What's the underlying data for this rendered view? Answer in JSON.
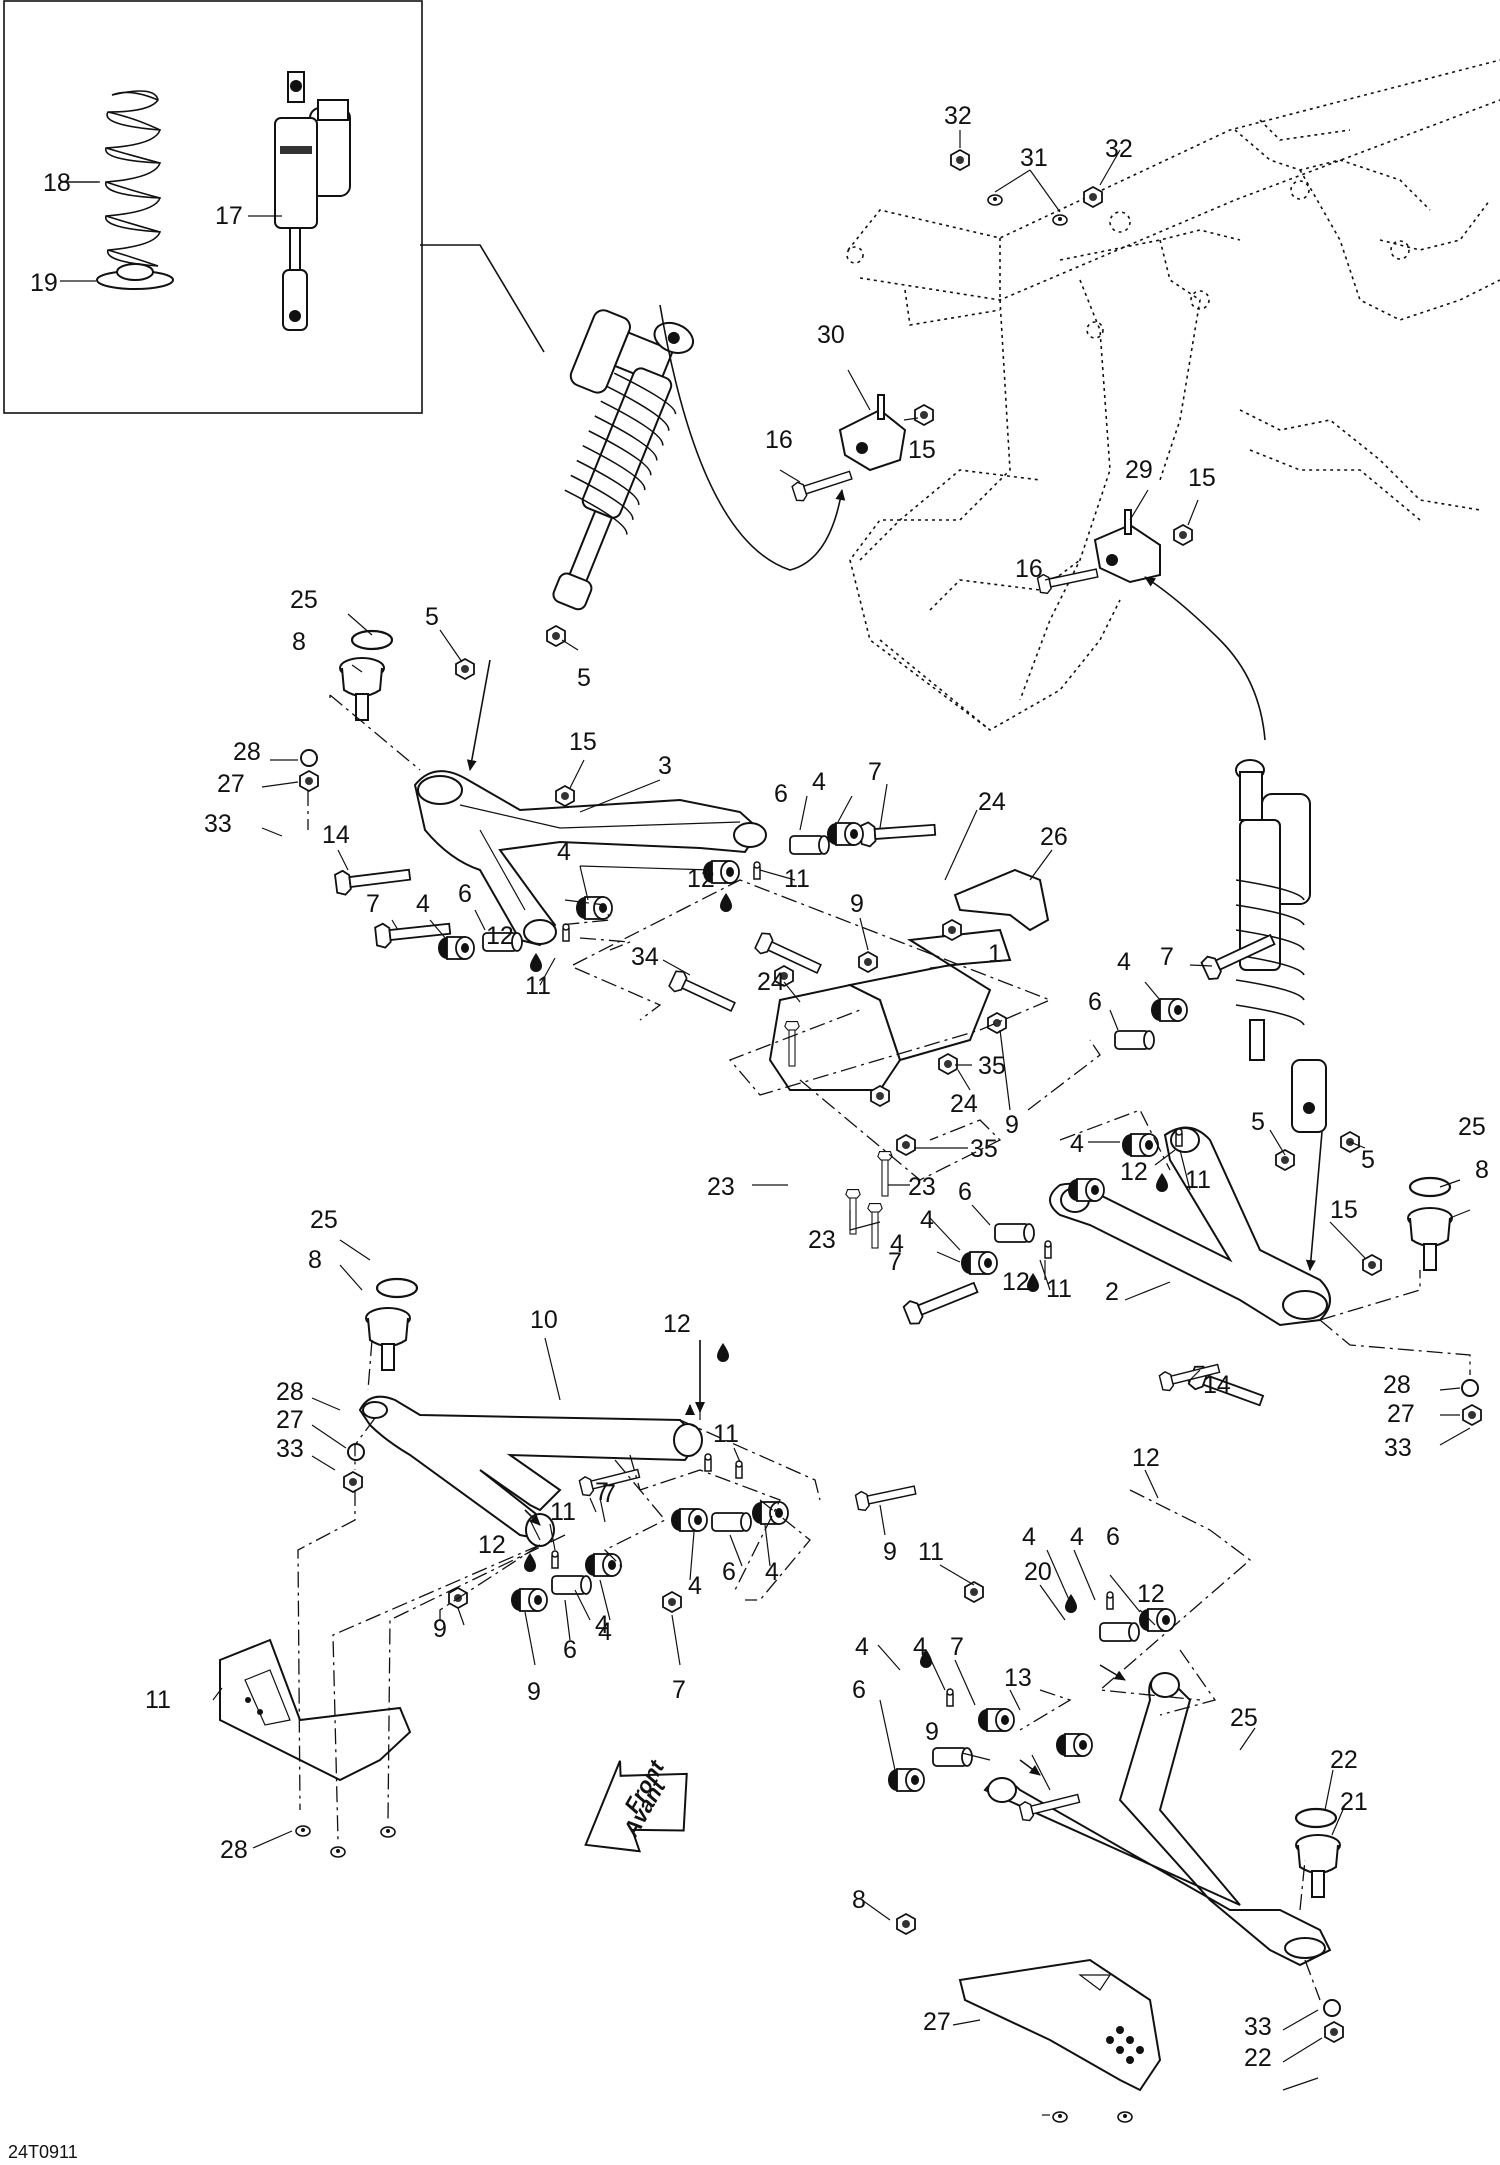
{
  "diagram": {
    "drawing_code": "24T0911",
    "front_arrow": {
      "line1": "Front",
      "line2": "Avant"
    },
    "callouts": [
      {
        "id": "c18",
        "text": "18"
      },
      {
        "id": "c17",
        "text": "17"
      },
      {
        "id": "c19",
        "text": "19"
      },
      {
        "id": "c32a",
        "text": "32"
      },
      {
        "id": "c31",
        "text": "31"
      },
      {
        "id": "c32b",
        "text": "32"
      },
      {
        "id": "c30",
        "text": "30"
      },
      {
        "id": "c16a",
        "text": "16"
      },
      {
        "id": "c15a",
        "text": "15"
      },
      {
        "id": "c29",
        "text": "29"
      },
      {
        "id": "c15b",
        "text": "15"
      },
      {
        "id": "c16b",
        "text": "16"
      },
      {
        "id": "c25a",
        "text": "25"
      },
      {
        "id": "c8a",
        "text": "8"
      },
      {
        "id": "c5a",
        "text": "5"
      },
      {
        "id": "c5b",
        "text": "5"
      },
      {
        "id": "c28a",
        "text": "28"
      },
      {
        "id": "c27a",
        "text": "27"
      },
      {
        "id": "c33a",
        "text": "33"
      },
      {
        "id": "c14a",
        "text": "14"
      },
      {
        "id": "c15c",
        "text": "15"
      },
      {
        "id": "c3",
        "text": "3"
      },
      {
        "id": "c6a",
        "text": "6"
      },
      {
        "id": "c4a",
        "text": "4"
      },
      {
        "id": "c7a",
        "text": "7"
      },
      {
        "id": "c24a",
        "text": "24"
      },
      {
        "id": "c26",
        "text": "26"
      },
      {
        "id": "c4b",
        "text": "4"
      },
      {
        "id": "c11a",
        "text": "11"
      },
      {
        "id": "c12a",
        "text": "12"
      },
      {
        "id": "c7b",
        "text": "7"
      },
      {
        "id": "c4c",
        "text": "4"
      },
      {
        "id": "c6b",
        "text": "6"
      },
      {
        "id": "c12b",
        "text": "12"
      },
      {
        "id": "c11b",
        "text": "11"
      },
      {
        "id": "c9a",
        "text": "9"
      },
      {
        "id": "c1",
        "text": "1"
      },
      {
        "id": "c34",
        "text": "34"
      },
      {
        "id": "c24b",
        "text": "24"
      },
      {
        "id": "c35a",
        "text": "35"
      },
      {
        "id": "c24c",
        "text": "24"
      },
      {
        "id": "c9b",
        "text": "9"
      },
      {
        "id": "c35b",
        "text": "35"
      },
      {
        "id": "c23a",
        "text": "23"
      },
      {
        "id": "c23b",
        "text": "23"
      },
      {
        "id": "c23c",
        "text": "23"
      },
      {
        "id": "c7c",
        "text": "7"
      },
      {
        "id": "c4d",
        "text": "4"
      },
      {
        "id": "c6c",
        "text": "6"
      },
      {
        "id": "c5c",
        "text": "5"
      },
      {
        "id": "c5d",
        "text": "5"
      },
      {
        "id": "c25b",
        "text": "25"
      },
      {
        "id": "c8b",
        "text": "8"
      },
      {
        "id": "c4e",
        "text": "4"
      },
      {
        "id": "c12c",
        "text": "12"
      },
      {
        "id": "c11c",
        "text": "11"
      },
      {
        "id": "c4f",
        "text": "4"
      },
      {
        "id": "c6d",
        "text": "6"
      },
      {
        "id": "c4g",
        "text": "4"
      },
      {
        "id": "c7d",
        "text": "7"
      },
      {
        "id": "c12d",
        "text": "12"
      },
      {
        "id": "c11d",
        "text": "11"
      },
      {
        "id": "c15d",
        "text": "15"
      },
      {
        "id": "c2",
        "text": "2"
      },
      {
        "id": "c28b",
        "text": "28"
      },
      {
        "id": "c27b",
        "text": "27"
      },
      {
        "id": "c33b",
        "text": "33"
      },
      {
        "id": "c14b",
        "text": "14"
      },
      {
        "id": "c25c",
        "text": "25"
      },
      {
        "id": "c8c",
        "text": "8"
      },
      {
        "id": "c10",
        "text": "10"
      },
      {
        "id": "c12e",
        "text": "12"
      },
      {
        "id": "c28c",
        "text": "28"
      },
      {
        "id": "c27c",
        "text": "27"
      },
      {
        "id": "c33c",
        "text": "33"
      },
      {
        "id": "c11e",
        "text": "11"
      },
      {
        "id": "c11f",
        "text": "11"
      },
      {
        "id": "c7e",
        "text": "7"
      },
      {
        "id": "c12f",
        "text": "12"
      },
      {
        "id": "c6e",
        "text": "6"
      },
      {
        "id": "c4h",
        "text": "4"
      },
      {
        "id": "c4i",
        "text": "4"
      },
      {
        "id": "c9c",
        "text": "9"
      },
      {
        "id": "c4j",
        "text": "4"
      },
      {
        "id": "c6f",
        "text": "6"
      },
      {
        "id": "c4k",
        "text": "4"
      },
      {
        "id": "c9d",
        "text": "9"
      },
      {
        "id": "c7f",
        "text": "7"
      },
      {
        "id": "c7g",
        "text": "7"
      },
      {
        "id": "c9e",
        "text": "9"
      },
      {
        "id": "c12g",
        "text": "12"
      },
      {
        "id": "c11g",
        "text": "11"
      },
      {
        "id": "c4l",
        "text": "4"
      },
      {
        "id": "c4m",
        "text": "4"
      },
      {
        "id": "c6g",
        "text": "6"
      },
      {
        "id": "c20",
        "text": "20"
      },
      {
        "id": "c12h",
        "text": "12"
      },
      {
        "id": "c11h",
        "text": "11"
      },
      {
        "id": "c4n",
        "text": "4"
      },
      {
        "id": "c4o",
        "text": "4"
      },
      {
        "id": "c7h",
        "text": "7"
      },
      {
        "id": "c6h",
        "text": "6"
      },
      {
        "id": "c13",
        "text": "13"
      },
      {
        "id": "c9f",
        "text": "9"
      },
      {
        "id": "c25d",
        "text": "25"
      },
      {
        "id": "c8d",
        "text": "8"
      },
      {
        "id": "c22a",
        "text": "22"
      },
      {
        "id": "c21",
        "text": "21"
      },
      {
        "id": "c28d",
        "text": "28"
      },
      {
        "id": "c27d",
        "text": "27"
      },
      {
        "id": "c33d",
        "text": "33"
      },
      {
        "id": "c22b",
        "text": "22"
      }
    ]
  }
}
